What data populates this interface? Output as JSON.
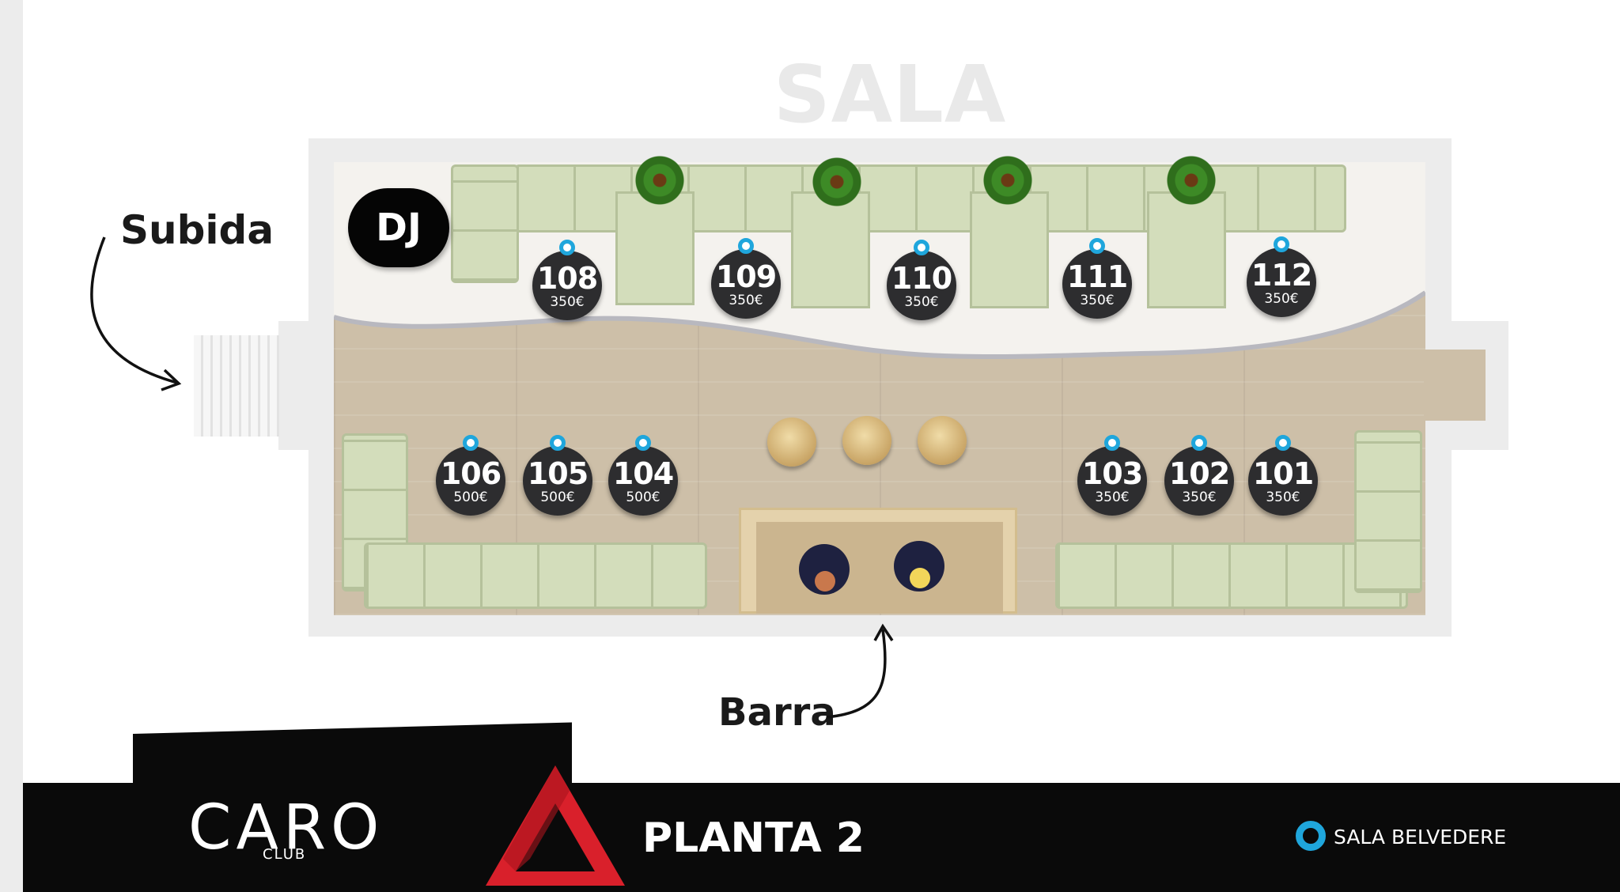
{
  "title": "SALA BELVEDERE",
  "labels": {
    "entrance": "Subida",
    "bar": "Barra",
    "dj": "DJ"
  },
  "tables": [
    {
      "num": "108",
      "price": "350€"
    },
    {
      "num": "109",
      "price": "350€"
    },
    {
      "num": "110",
      "price": "350€"
    },
    {
      "num": "111",
      "price": "350€"
    },
    {
      "num": "112",
      "price": "350€"
    },
    {
      "num": "106",
      "price": "500€"
    },
    {
      "num": "105",
      "price": "500€"
    },
    {
      "num": "104",
      "price": "500€"
    },
    {
      "num": "103",
      "price": "350€"
    },
    {
      "num": "102",
      "price": "350€"
    },
    {
      "num": "101",
      "price": "350€"
    }
  ],
  "footer": {
    "logo": "CARO",
    "logo_sub": "CLUB",
    "floor": "PLANTA 2",
    "legend": "SALA BELVEDERE"
  },
  "colors": {
    "marker": "#1fa6dc",
    "table": "#2d2d2f",
    "sofa": "#d3ddbb",
    "floor": "#cdbfa8",
    "logo_red": "#d9202b"
  },
  "icons": [
    "plant-icon",
    "stool-icon",
    "person-icon",
    "arrow-icon"
  ]
}
